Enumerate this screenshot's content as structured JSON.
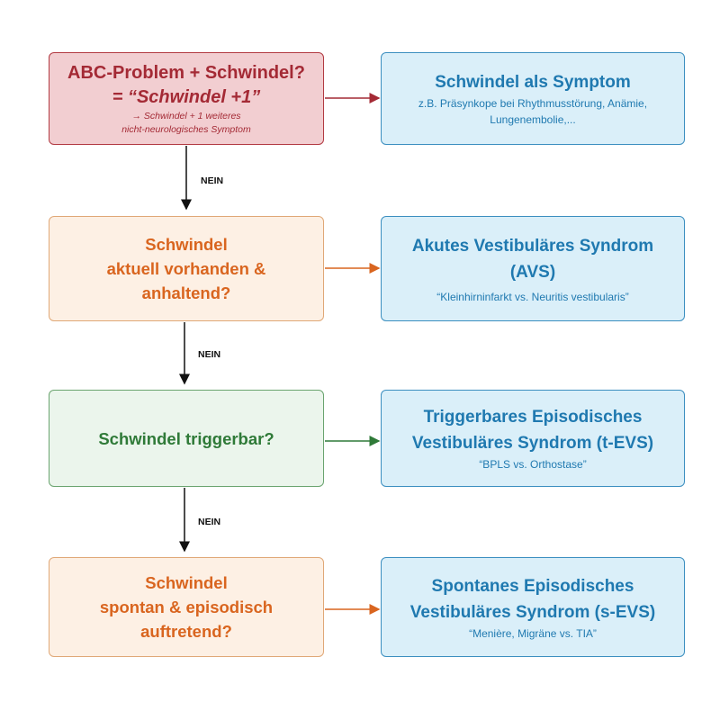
{
  "rows": [
    {
      "question": {
        "line1": "ABC-Problem + Schwindel?",
        "line2": "= “Schwindel +1”",
        "note1": "→ Schwindel + 1 weiteres",
        "note2": "nicht-neurologisches Symptom"
      },
      "result": {
        "title": "Schwindel als Symptom",
        "detail1": "z.B. Präsynkope bei Rhythmusstörung, Anämie,",
        "detail2": "Lungenembolie,..."
      },
      "connector": "NEIN"
    },
    {
      "question": {
        "line1": "Schwindel",
        "line2": "aktuell vorhanden &",
        "line3": "anhaltend?"
      },
      "result": {
        "title1": "Akutes Vestibuläres Syndrom",
        "title2": "(AVS)",
        "detail": "“Kleinhirninfarkt vs. Neuritis vestibularis”"
      },
      "connector": "NEIN"
    },
    {
      "question": {
        "line1": "Schwindel triggerbar?"
      },
      "result": {
        "title1": "Triggerbares Episodisches",
        "title2": "Vestibuläres Syndrom (t-EVS)",
        "detail": "“BPLS vs. Orthostase”"
      },
      "connector": "NEIN"
    },
    {
      "question": {
        "line1": "Schwindel",
        "line2": "spontan & episodisch",
        "line3": "auftretend?"
      },
      "result": {
        "title1": "Spontanes Episodisches",
        "title2": "Vestibuläres Syndrom (s-EVS)",
        "detail": "“Menière, Migräne vs. TIA”"
      }
    }
  ],
  "colors": {
    "red": "#a42a35",
    "orange": "#d9651f",
    "green": "#2f7a38",
    "blue": "#1f79b0"
  }
}
